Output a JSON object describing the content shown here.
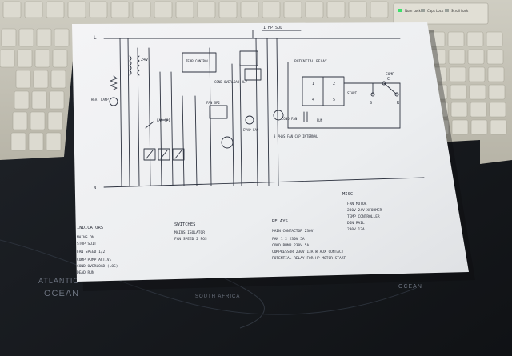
{
  "diagram": {
    "title_top": "T1   HP SOL",
    "rail_l": "L",
    "rail_n": "N",
    "transformer_label": "24V",
    "heater_label": "HEAT LAMP",
    "temp_control": "TEMP CONTROL",
    "cond_overload": "COND OVERLOAD RLY",
    "fan_sp_left": "FAN SP1",
    "fan_sp_right": "FAN SP2",
    "evap_fan": "EVAP FAN",
    "cond_fan": "COND FAN",
    "cap": "3 PHAS FAN CAP INTERNAL",
    "potential_relay": "POTENTIAL RELAY",
    "comp": "COMP",
    "start": "START",
    "run": "RUN",
    "term_c": "C",
    "term_s": "S",
    "term_r": "R",
    "pin_1": "1",
    "pin_2": "2",
    "pin_4": "4",
    "pin_5": "5"
  },
  "notes": {
    "indicators": {
      "title": "INDICATORS",
      "lines": [
        "MAINS   ON",
        "STOP   SUIT",
        "FAN   SPEED 1/2",
        "COMP   PUMP ACTIVE",
        "COND   OVERLOAD (LOS)",
        "DEAD   RUN"
      ]
    },
    "switches": {
      "title": "SWITCHES",
      "lines": [
        "MAINS   ISOLATOR",
        "FAN   SPEED   2 POS"
      ]
    },
    "relays": {
      "title": "RELAYS",
      "lines": [
        "MAIN   CONTACTOR   230V",
        "FAN 1 2   230V   5A",
        "COND   PUMP   230V   5A",
        "COMPRESSOR   230V   13A  W   AUX CONTACT",
        "POTENTIAL RELAY   FOR HP MOTOR   START"
      ]
    },
    "misc": {
      "title": "MISC",
      "lines": [
        "FAN   MOTOR",
        "230V 24V   XFORMER",
        "TEMP   CONTROLLER",
        "DIN   RAIL",
        "230V   13A"
      ]
    }
  },
  "mat": {
    "ocean_label": "OCEAN",
    "atl_label": "ATLANTIC",
    "africa_label": "SOUTH AFRICA",
    "ocean2_label": "OCEAN"
  },
  "keyboard": {
    "led_labels": [
      "Num Lock",
      "Caps Lock",
      "Scroll Lock"
    ]
  }
}
